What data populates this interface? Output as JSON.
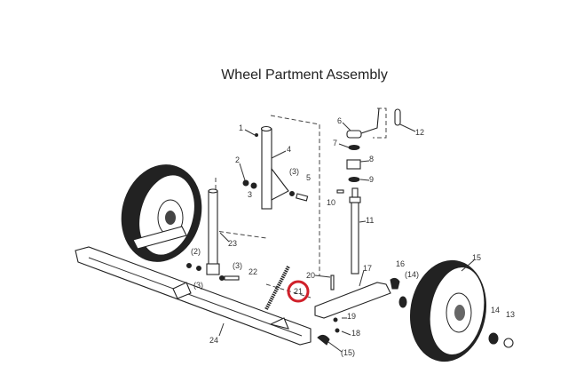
{
  "title": "Wheel Partment Assembly",
  "highlight_color": "#d0202a",
  "labels": [
    "1",
    "2",
    "3",
    "(3)",
    "5",
    "4",
    "6",
    "7",
    "8",
    "9",
    "10",
    "11",
    "12",
    "23",
    "(2)",
    "(3)",
    "(3)",
    "22",
    "21",
    "20",
    "17",
    "16",
    "(14)",
    "15",
    "14",
    "13",
    "19",
    "18",
    "(15)",
    "24"
  ]
}
